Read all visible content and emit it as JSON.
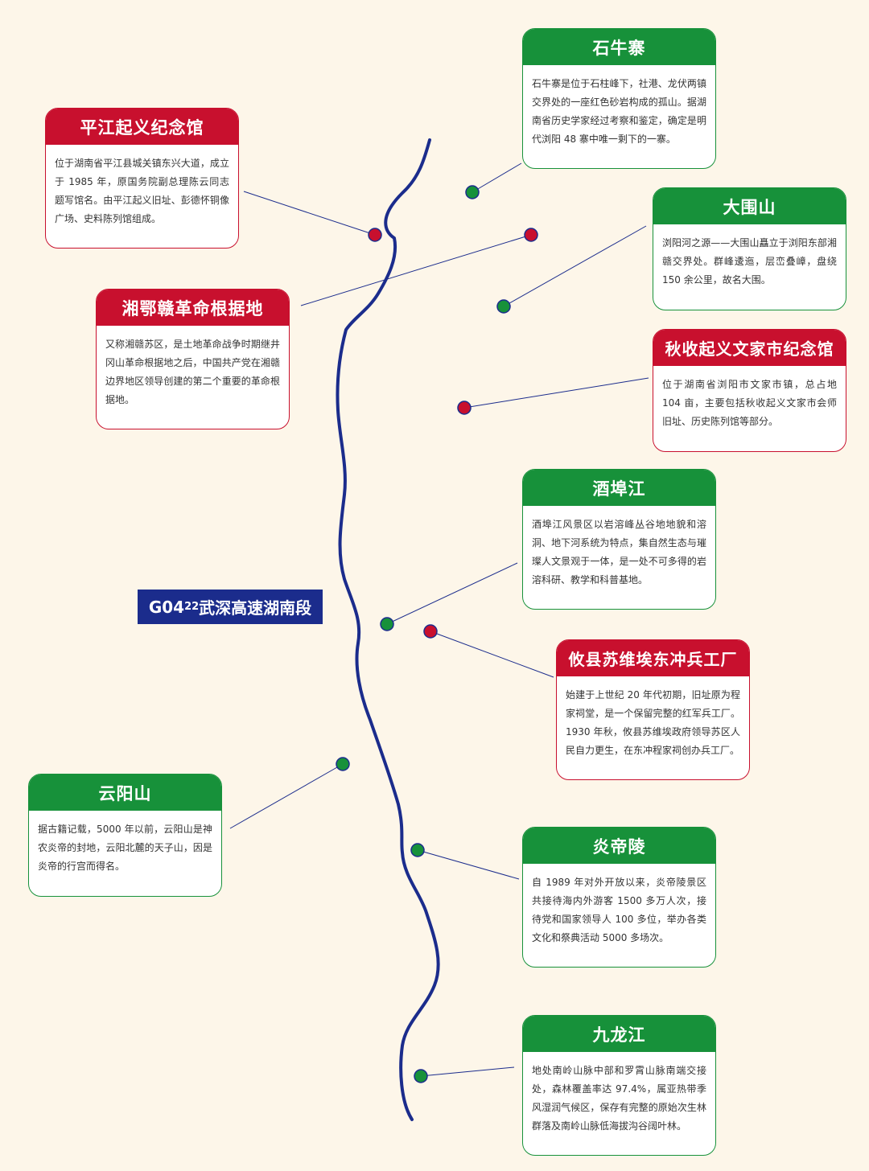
{
  "route": {
    "title_prefix": "G04",
    "title_sub": "22",
    "title_suffix": "武深高速湖南段"
  },
  "colors": {
    "background": "#fdf6e9",
    "route_line": "#1b2c8c",
    "red_site": "#c8102e",
    "green_site": "#17913a"
  },
  "attractions": [
    {
      "id": "shiniuzhai",
      "category": "green",
      "title": "石牛寨",
      "text": "石牛寨是位于石柱峰下，社港、龙伏两镇交界处的一座红色砂岩构成的孤山。据湖南省历史学家经过考察和鉴定，确定是明代浏阳 48 寨中唯一剩下的一寨。"
    },
    {
      "id": "pingjiang",
      "category": "red",
      "title": "平江起义纪念馆",
      "text": "位于湖南省平江县城关镇东兴大道，成立于 1985 年，原国务院副总理陈云同志题写馆名。由平江起义旧址、彭德怀铜像广场、史料陈列馆组成。"
    },
    {
      "id": "daweishan",
      "category": "green",
      "title": "大围山",
      "text": "浏阳河之源——大围山矗立于浏阳东部湘赣交界处。群峰逶迤，层峦叠嶂，盘绕 150 余公里，故名大围。"
    },
    {
      "id": "xiangegan",
      "category": "red",
      "title": "湘鄂赣革命根据地",
      "text": "又称湘赣苏区，是土地革命战争时期继井冈山革命根据地之后，中国共产党在湘赣边界地区领导创建的第二个重要的革命根据地。"
    },
    {
      "id": "wenjiashi",
      "category": "red",
      "title": "秋收起义文家市纪念馆",
      "text": "位于湖南省浏阳市文家市镇，总占地 104 亩，主要包括秋收起义文家市会师旧址、历史陈列馆等部分。"
    },
    {
      "id": "jiufujiang",
      "category": "green",
      "title": "酒埠江",
      "text": "酒埠江风景区以岩溶峰丛谷地地貌和溶洞、地下河系统为特点，集自然生态与璀璨人文景观于一体，是一处不可多得的岩溶科研、教学和科普基地。"
    },
    {
      "id": "youxian",
      "category": "red",
      "title": "攸县苏维埃东冲兵工厂",
      "text": "始建于上世纪 20 年代初期，旧址原为程家祠堂，是一个保留完整的红军兵工厂。1930 年秋，攸县苏维埃政府领导苏区人民自力更生，在东冲程家祠创办兵工厂。"
    },
    {
      "id": "yunyangshan",
      "category": "green",
      "title": "云阳山",
      "text": "据古籍记载，5000 年以前，云阳山是神农炎帝的封地，云阳北麓的天子山，因是炎帝的行宫而得名。"
    },
    {
      "id": "yandiling",
      "category": "green",
      "title": "炎帝陵",
      "text": "自 1989 年对外开放以来，炎帝陵景区共接待海内外游客 1500 多万人次，接待党和国家领导人 100 多位，举办各类文化和祭典活动 5000 多场次。"
    },
    {
      "id": "jiulongjiang",
      "category": "green",
      "title": "九龙江",
      "text": "地处南岭山脉中部和罗霄山脉南端交接处，森林覆盖率达 97.4%，属亚热带季风湿润气候区，保存有完整的原始次生林群落及南岭山脉低海拔沟谷阔叶林。"
    }
  ]
}
